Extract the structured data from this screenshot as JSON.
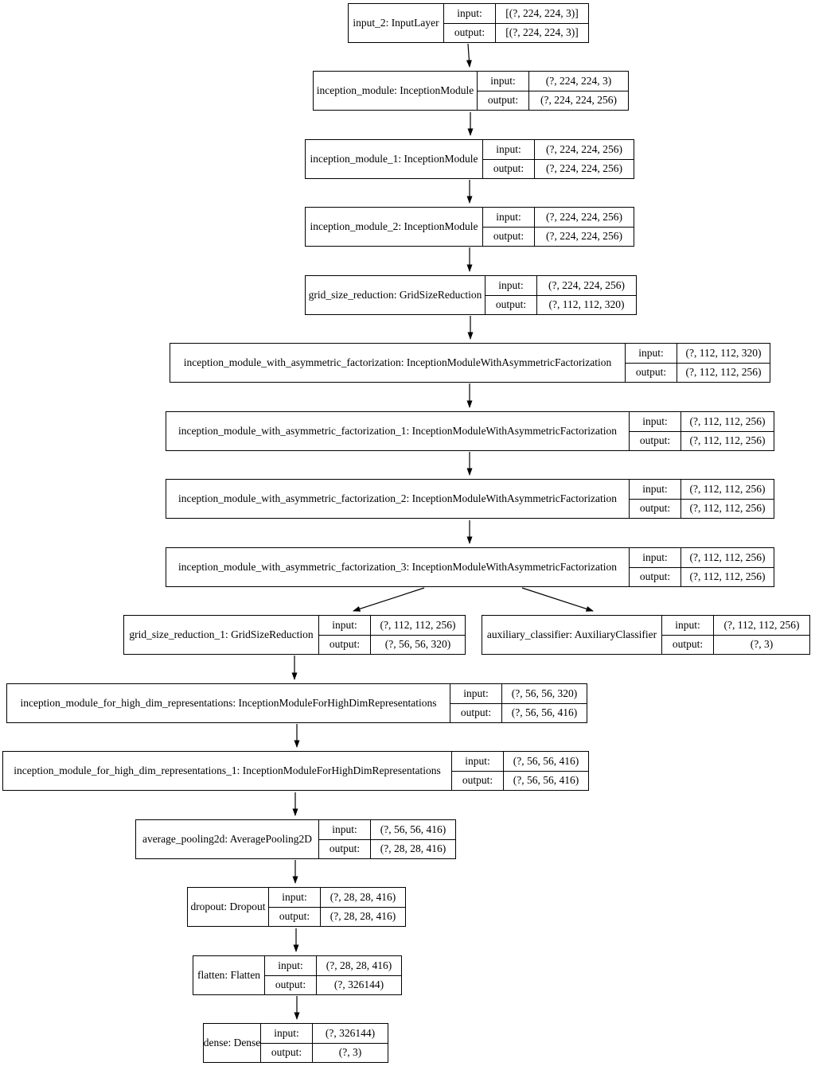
{
  "io_labels": {
    "input": "input:",
    "output": "output:"
  },
  "nodes": [
    {
      "label": "input_2: InputLayer",
      "input": "[(?, 224, 224, 3)]",
      "output": "[(?, 224, 224, 3)]"
    },
    {
      "label": "inception_module: InceptionModule",
      "input": "(?, 224, 224, 3)",
      "output": "(?, 224, 224, 256)"
    },
    {
      "label": "inception_module_1: InceptionModule",
      "input": "(?, 224, 224, 256)",
      "output": "(?, 224, 224, 256)"
    },
    {
      "label": "inception_module_2: InceptionModule",
      "input": "(?, 224, 224, 256)",
      "output": "(?, 224, 224, 256)"
    },
    {
      "label": "grid_size_reduction: GridSizeReduction",
      "input": "(?, 224, 224, 256)",
      "output": "(?, 112, 112, 320)"
    },
    {
      "label": "inception_module_with_asymmetric_factorization: InceptionModuleWithAsymmetricFactorization",
      "input": "(?, 112, 112, 320)",
      "output": "(?, 112, 112, 256)"
    },
    {
      "label": "inception_module_with_asymmetric_factorization_1: InceptionModuleWithAsymmetricFactorization",
      "input": "(?, 112, 112, 256)",
      "output": "(?, 112, 112, 256)"
    },
    {
      "label": "inception_module_with_asymmetric_factorization_2: InceptionModuleWithAsymmetricFactorization",
      "input": "(?, 112, 112, 256)",
      "output": "(?, 112, 112, 256)"
    },
    {
      "label": "inception_module_with_asymmetric_factorization_3: InceptionModuleWithAsymmetricFactorization",
      "input": "(?, 112, 112, 256)",
      "output": "(?, 112, 112, 256)"
    },
    {
      "label": "grid_size_reduction_1: GridSizeReduction",
      "input": "(?, 112, 112, 256)",
      "output": "(?, 56, 56, 320)"
    },
    {
      "label": "auxiliary_classifier: AuxiliaryClassifier",
      "input": "(?, 112, 112, 256)",
      "output": "(?, 3)"
    },
    {
      "label": "inception_module_for_high_dim_representations: InceptionModuleForHighDimRepresentations",
      "input": "(?, 56, 56, 320)",
      "output": "(?, 56, 56, 416)"
    },
    {
      "label": "inception_module_for_high_dim_representations_1: InceptionModuleForHighDimRepresentations",
      "input": "(?, 56, 56, 416)",
      "output": "(?, 56, 56, 416)"
    },
    {
      "label": "average_pooling2d: AveragePooling2D",
      "input": "(?, 56, 56, 416)",
      "output": "(?, 28, 28, 416)"
    },
    {
      "label": "dropout: Dropout",
      "input": "(?, 28, 28, 416)",
      "output": "(?, 28, 28, 416)"
    },
    {
      "label": "flatten: Flatten",
      "input": "(?, 28, 28, 416)",
      "output": "(?, 326144)"
    },
    {
      "label": "dense: Dense",
      "input": "(?, 326144)",
      "output": "(?, 3)"
    }
  ],
  "edges": [
    {
      "from": "input_2",
      "to": "inception_module"
    },
    {
      "from": "inception_module",
      "to": "inception_module_1"
    },
    {
      "from": "inception_module_1",
      "to": "inception_module_2"
    },
    {
      "from": "inception_module_2",
      "to": "grid_size_reduction"
    },
    {
      "from": "grid_size_reduction",
      "to": "inception_module_with_asymmetric_factorization"
    },
    {
      "from": "inception_module_with_asymmetric_factorization",
      "to": "inception_module_with_asymmetric_factorization_1"
    },
    {
      "from": "inception_module_with_asymmetric_factorization_1",
      "to": "inception_module_with_asymmetric_factorization_2"
    },
    {
      "from": "inception_module_with_asymmetric_factorization_2",
      "to": "inception_module_with_asymmetric_factorization_3"
    },
    {
      "from": "inception_module_with_asymmetric_factorization_3",
      "to": "grid_size_reduction_1"
    },
    {
      "from": "inception_module_with_asymmetric_factorization_3",
      "to": "auxiliary_classifier"
    },
    {
      "from": "grid_size_reduction_1",
      "to": "inception_module_for_high_dim_representations"
    },
    {
      "from": "inception_module_for_high_dim_representations",
      "to": "inception_module_for_high_dim_representations_1"
    },
    {
      "from": "inception_module_for_high_dim_representations_1",
      "to": "average_pooling2d"
    },
    {
      "from": "average_pooling2d",
      "to": "dropout"
    },
    {
      "from": "dropout",
      "to": "flatten"
    },
    {
      "from": "flatten",
      "to": "dense"
    }
  ]
}
